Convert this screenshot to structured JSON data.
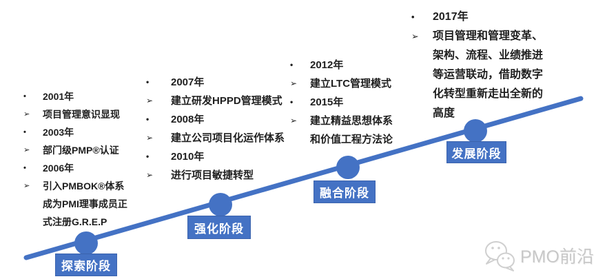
{
  "colors": {
    "accent_blue": "#4472C4",
    "stage_border": "#3b63ad",
    "body_text": "#1f1f1f",
    "logo_gray": "#c8c8c8"
  },
  "glyphs": {
    "dot": "•",
    "arrow": "➢"
  },
  "blocks": [
    {
      "items": [
        {
          "bullet": "dot",
          "text": "2001年"
        },
        {
          "bullet": "arrow",
          "text": "项目管理意识显现"
        },
        {
          "bullet": "dot",
          "text": "2003年"
        },
        {
          "bullet": "arrow",
          "text": "部门级PMP®认证"
        },
        {
          "bullet": "dot",
          "text": "2006年"
        },
        {
          "bullet": "arrow",
          "text": "引入PMBOK®体系成为PMI理事成员正式注册G.R.E.P"
        }
      ]
    },
    {
      "items": [
        {
          "bullet": "dot",
          "text": "2007年"
        },
        {
          "bullet": "arrow",
          "text": "建立研发HPPD管理模式"
        },
        {
          "bullet": "dot",
          "text": "2008年"
        },
        {
          "bullet": "arrow",
          "text": "建立公司项目化运作体系"
        },
        {
          "bullet": "dot",
          "text": "2010年"
        },
        {
          "bullet": "arrow",
          "text": "进行项目敏捷转型"
        }
      ]
    },
    {
      "items": [
        {
          "bullet": "dot",
          "text": "2012年"
        },
        {
          "bullet": "arrow",
          "text": "建立LTC管理模式"
        },
        {
          "bullet": "dot",
          "text": "2015年"
        },
        {
          "bullet": "arrow",
          "text": "建立精益思想体系和价值工程方法论"
        }
      ]
    },
    {
      "items": [
        {
          "bullet": "dot",
          "text": "2017年"
        },
        {
          "bullet": "arrow",
          "text": "项目管理和管理变革、架构、流程、业绩推进等运营联动，借助数字化转型重新走出全新的高度"
        }
      ]
    }
  ],
  "stages": [
    {
      "label": "探索阶段"
    },
    {
      "label": "强化阶段"
    },
    {
      "label": "融合阶段"
    },
    {
      "label": "发展阶段"
    }
  ],
  "logo": {
    "text": "PMO前沿",
    "icon": "wechat-icon"
  }
}
